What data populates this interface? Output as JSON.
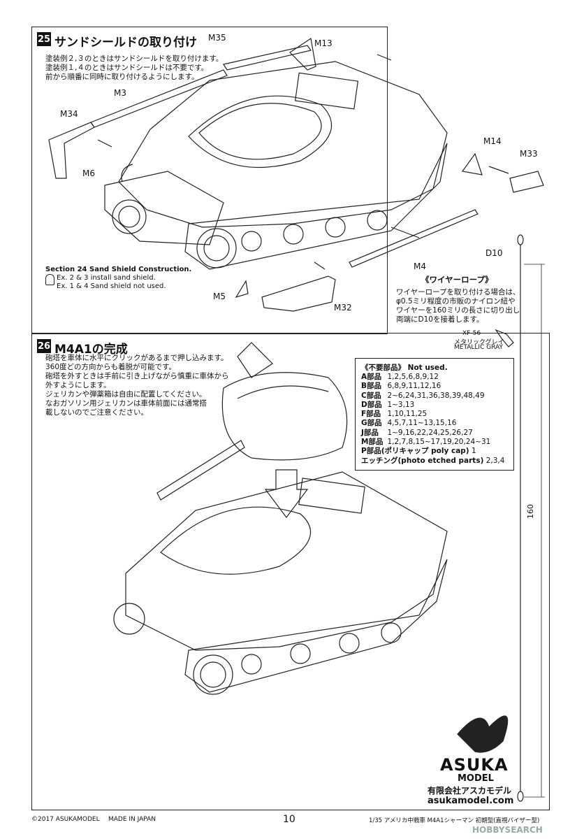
{
  "step25": {
    "number": "25",
    "title": "サンドシールドの取り付け",
    "notes": [
      "塗装例２,３のときはサンドシールドを取り付けます。",
      "塗装例１,４のときはサンドシールドは不要です。",
      "前から順番に同時に取り付けるようにします。"
    ],
    "section_lines": [
      "Section 24 Sand Shield Construction.",
      "Ex. 2 & 3 install sand shield.",
      "Ex. 1 & 4 Sand shield not used."
    ],
    "parts": {
      "M35": "M35",
      "M13": "M13",
      "M3": "M3",
      "M34": "M34",
      "M6": "M6",
      "M14": "M14",
      "M33": "M33",
      "M4": "M4",
      "M5": "M5",
      "M32": "M32"
    }
  },
  "wire": {
    "part": "D10",
    "heading": "《ワイヤーロープ》",
    "lines": [
      "ワイヤーロープを取り付ける場合は、",
      "φ0.5ミリ程度の市販のナイロン紐や",
      "ワイヤーを160ミリの長さに切り出し",
      "両端にD10を接着します。"
    ],
    "length": "160",
    "paint_code": "XF-56",
    "paint_name": "メタリックグレイ",
    "paint_en": "METALLIC GRAY"
  },
  "step26": {
    "number": "26",
    "title": "M4A1の完成",
    "notes": [
      "砲塔を車体に水平にクリックがあるまで押し込みます。",
      "360度どの方向からも着脱が可能です。",
      "砲塔を外すときは手前に引き上げながら慎重に車体から",
      "外すようにします。",
      "ジェリカンや弾薬箱は自由に配置してください。",
      "なおガソリン用ジェリカンは車体前面には通常搭",
      "載しないのでご注意ください。"
    ]
  },
  "unused": {
    "heading": "《不要部品》 Not used.",
    "rows": [
      {
        "name": "A部品",
        "parts": "1,2,5,6,8,9,12"
      },
      {
        "name": "B部品",
        "parts": "6,8,9,11,12,16"
      },
      {
        "name": "C部品",
        "parts": "2~6,24,31,36,38,39,48,49"
      },
      {
        "name": "D部品",
        "parts": "1~3,13"
      },
      {
        "name": "F部品",
        "parts": "1,10,11,25"
      },
      {
        "name": "G部品",
        "parts": "4,5,7,11~13,15,16"
      },
      {
        "name": "J部品",
        "parts": "1~9,16,22,24,25,26,27"
      },
      {
        "name": "M部品",
        "parts": "1,2,7,8,15~17,19,20,24~31"
      },
      {
        "name": "P部品(ポリキャップ poly cap)",
        "parts": "1"
      },
      {
        "name": "エッチング(photo etched parts)",
        "parts": "2,3,4"
      }
    ]
  },
  "brand": {
    "name": "ASUKA",
    "sub": "MODEL",
    "company": "有限会社アスカモデル",
    "url": "asukamodel.com"
  },
  "footer": {
    "copyright": "©2017 ASUKAMODEL",
    "made": "MADE IN JAPAN",
    "page": "10",
    "product": "1/35 アメリカ中戦車 M4A1シャーマン 初期型(直視バイザー型)",
    "watermark": "HOBBYSEARCH"
  }
}
